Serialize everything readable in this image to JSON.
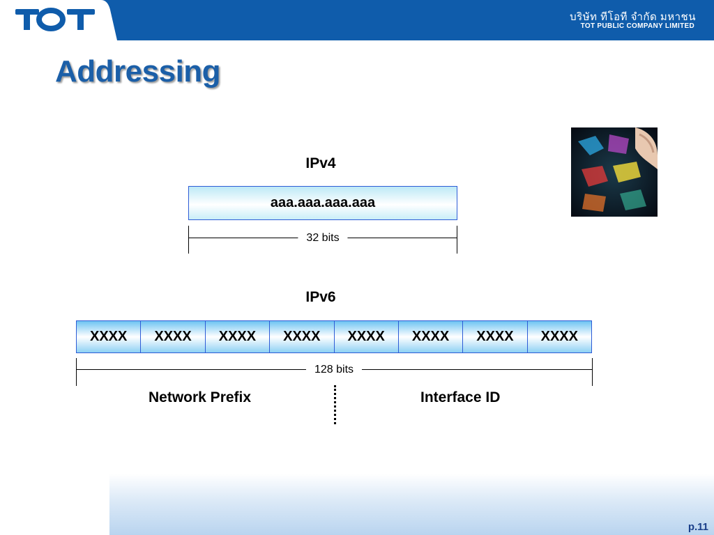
{
  "header": {
    "logo_text": "TOT",
    "company_name_th": "บริษัท ทีโอที จำกัด มหาชน",
    "company_name_en": "TOT PUBLIC COMPANY LIMITED",
    "brand_color": "#0f5cab"
  },
  "slide": {
    "title": "Addressing",
    "page_number": "p.11",
    "photo_icon": "puzzle-pieces-photo"
  },
  "ipv4": {
    "label": "IPv4",
    "address_format": "aaa.aaa.aaa.aaa",
    "size": "32 bits"
  },
  "ipv6": {
    "label": "IPv6",
    "groups": [
      "XXXX",
      "XXXX",
      "XXXX",
      "XXXX",
      "XXXX",
      "XXXX",
      "XXXX",
      "XXXX"
    ],
    "size": "128 bits",
    "network_prefix": "Network Prefix",
    "interface_id": "Interface ID"
  }
}
